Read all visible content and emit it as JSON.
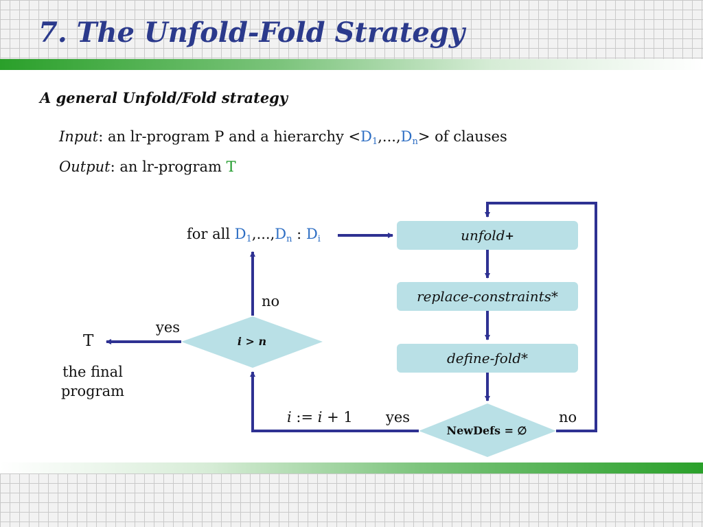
{
  "slide": {
    "title": "7. The Unfold-Fold Strategy",
    "subtitle": "A general Unfold/Fold strategy",
    "input": {
      "label": "Input",
      "text_before": ": an lr-program P and a hierarchy <",
      "d1": "D",
      "d1_sub": "1",
      "ellipsis": ",...,",
      "dn": "D",
      "dn_sub": "n",
      "text_after": "> of clauses"
    },
    "output": {
      "label": "Output",
      "text": ": an lr-program ",
      "program": "T"
    }
  },
  "diagram": {
    "for_all": {
      "prefix": "for all ",
      "d1": "D",
      "d1_sub": "1",
      "ellipsis": ",...,",
      "dn": "D",
      "dn_sub": "n",
      "colon": " : ",
      "di": "D",
      "di_sub": "i"
    },
    "unfold": {
      "name": "unfold",
      "suffix": " +"
    },
    "replace": {
      "name": "replace-constraints",
      "suffix": " *"
    },
    "define": {
      "name": "define-fold",
      "suffix": " *"
    },
    "newdefs_condition": "NewDefs = ∅",
    "i_condition": "i > n",
    "increment": {
      "i1": "i",
      "assign": " := ",
      "i2": "i",
      "rest": " + 1"
    },
    "edge_labels": {
      "newdefs_yes": "yes",
      "newdefs_no": "no",
      "i_yes": "yes",
      "i_no": "no"
    },
    "result": "T",
    "result_caption_line1": "the final",
    "result_caption_line2": "program"
  },
  "colors": {
    "title": "#2b3a8c",
    "arrow": "#2e3192",
    "box_fill": "#b9e0e6",
    "d_symbol": "#2f6fc4",
    "t_symbol": "#1f9a2a",
    "band_green": "#2aa02a"
  }
}
